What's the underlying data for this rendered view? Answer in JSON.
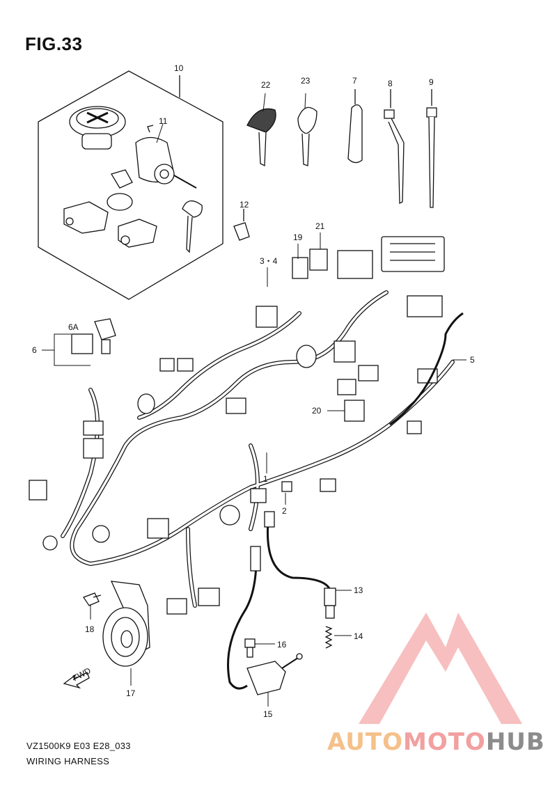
{
  "figure": {
    "title": "FIG.33",
    "model_code": "VZ1500K9 E03 E28_033",
    "caption": "WIRING HARNESS"
  },
  "callouts": [
    "10",
    "11",
    "22",
    "23",
    "7",
    "8",
    "9",
    "12",
    "19",
    "21",
    "3・4",
    "6A",
    "6",
    "5",
    "20",
    "1",
    "2",
    "13",
    "14",
    "16",
    "18",
    "17",
    "15"
  ],
  "fwd_mark": "FWD",
  "watermark": {
    "brand_parts": [
      "AUTO",
      "MOTO",
      "HUB"
    ],
    "colors": [
      "#f5c08a",
      "#f2a0a0",
      "#8c8c8c"
    ],
    "logo_color": "#f08a8a"
  }
}
